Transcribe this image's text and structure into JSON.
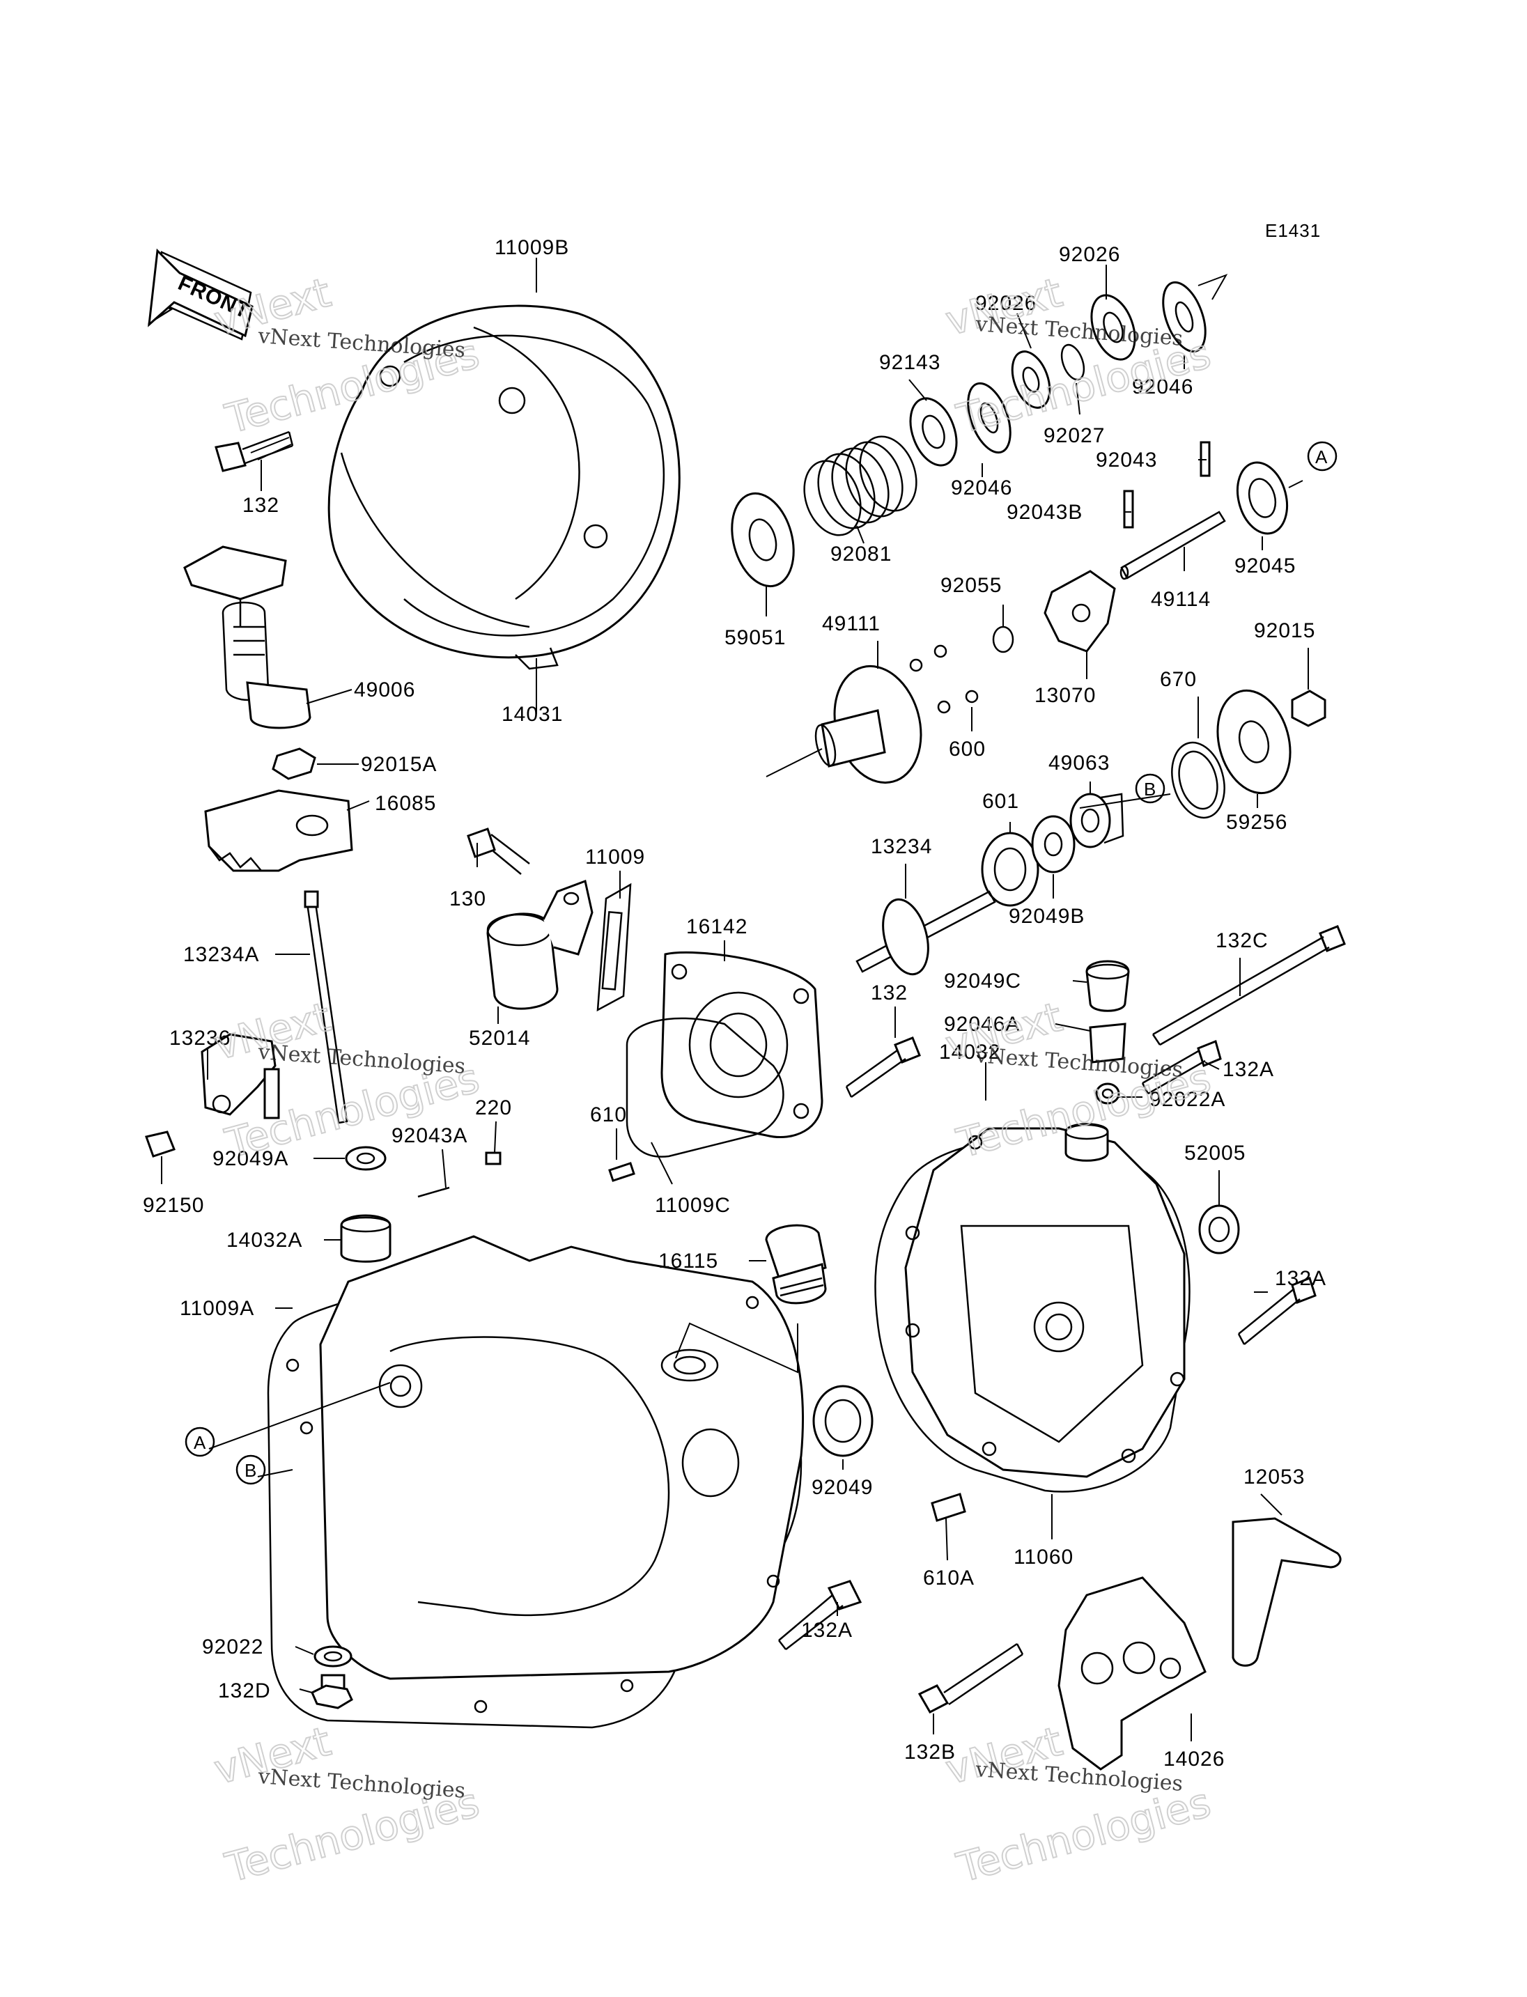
{
  "diagram_code": "E1431",
  "front_label": "FRONT",
  "watermark": {
    "line1": "vNext Technologies",
    "line2": "vNext Technologies"
  },
  "callouts": {
    "A": "A",
    "B": "B"
  },
  "parts": {
    "p11009B": "11009B",
    "p132": "132",
    "p14031": "14031",
    "p49006": "49006",
    "p92015A": "92015A",
    "p16085": "16085",
    "p13234A": "13234A",
    "p13236": "13236",
    "p92150": "92150",
    "p92049A": "92049A",
    "p92043A": "92043A",
    "p14032A": "14032A",
    "p11009A": "11009A",
    "p92022": "92022",
    "p132D": "132D",
    "p130": "130",
    "p11009": "11009",
    "p16142": "16142",
    "p52014": "52014",
    "p220": "220",
    "p610": "610",
    "p11009C": "11009C",
    "p16115": "16115",
    "p92049": "92049",
    "p132A_1": "132A",
    "p92026_1": "92026",
    "p92026_2": "92026",
    "p92143": "92143",
    "p92046_1": "92046",
    "p92046_2": "92046",
    "p92027": "92027",
    "p92043": "92043",
    "p92043B": "92043B",
    "p92045": "92045",
    "p49114": "49114",
    "p92081": "92081",
    "p59051": "59051",
    "p92055": "92055",
    "p13070": "13070",
    "p49111": "49111",
    "p600": "600",
    "p670": "670",
    "p92015": "92015",
    "p59256": "59256",
    "p49063": "49063",
    "p601": "601",
    "p92049B": "92049B",
    "p13234": "13234",
    "p132C": "132C",
    "p132_2": "132",
    "p92049C": "92049C",
    "p92046A": "92046A",
    "p14032": "14032",
    "p132A_2": "132A",
    "p92022A": "92022A",
    "p52005": "52005",
    "p132A_3": "132A",
    "p610A": "610A",
    "p11060": "11060",
    "p12053": "12053",
    "p132B": "132B",
    "p14026": "14026"
  }
}
